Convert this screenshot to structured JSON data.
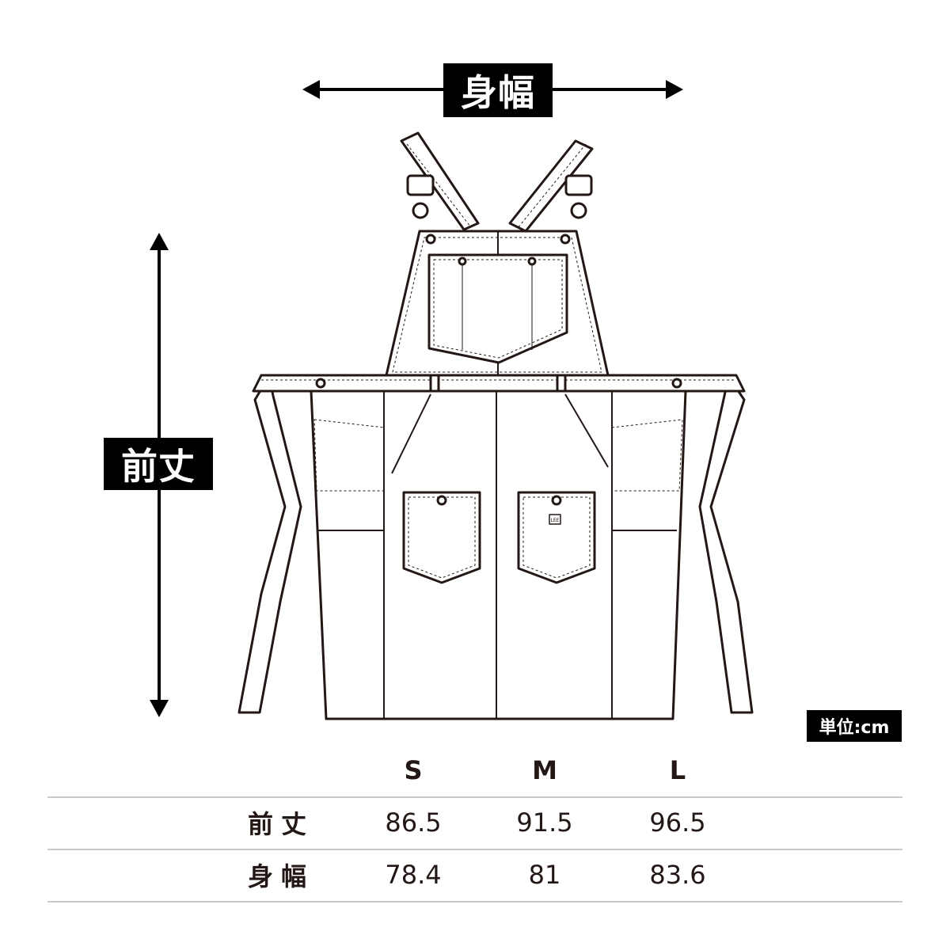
{
  "diagram": {
    "width_label": "身幅",
    "length_label": "前丈",
    "unit_label": "単位:cm",
    "pocket_tag_text": "LEE"
  },
  "table": {
    "columns": [
      "S",
      "M",
      "L"
    ],
    "rows": [
      {
        "label": "前丈",
        "values": [
          "86.5",
          "91.5",
          "96.5"
        ]
      },
      {
        "label": "身幅",
        "values": [
          "78.4",
          "81",
          "83.6"
        ]
      }
    ]
  }
}
